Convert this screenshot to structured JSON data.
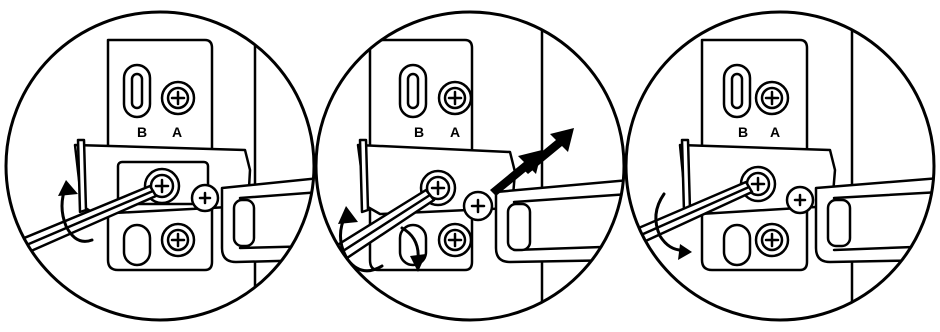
{
  "panels": [
    {
      "id": "step-1",
      "labels": {
        "b": "B",
        "a": "A"
      },
      "rotation": "counterclockwise",
      "has_adjust_arrow": false
    },
    {
      "id": "step-2",
      "labels": {
        "b": "B",
        "a": "A"
      },
      "rotation": "both",
      "has_adjust_arrow": true
    },
    {
      "id": "step-3",
      "labels": {
        "b": "B",
        "a": "A"
      },
      "rotation": "clockwise",
      "has_adjust_arrow": false
    }
  ],
  "colors": {
    "line": "#000000",
    "fill": "#ffffff"
  }
}
